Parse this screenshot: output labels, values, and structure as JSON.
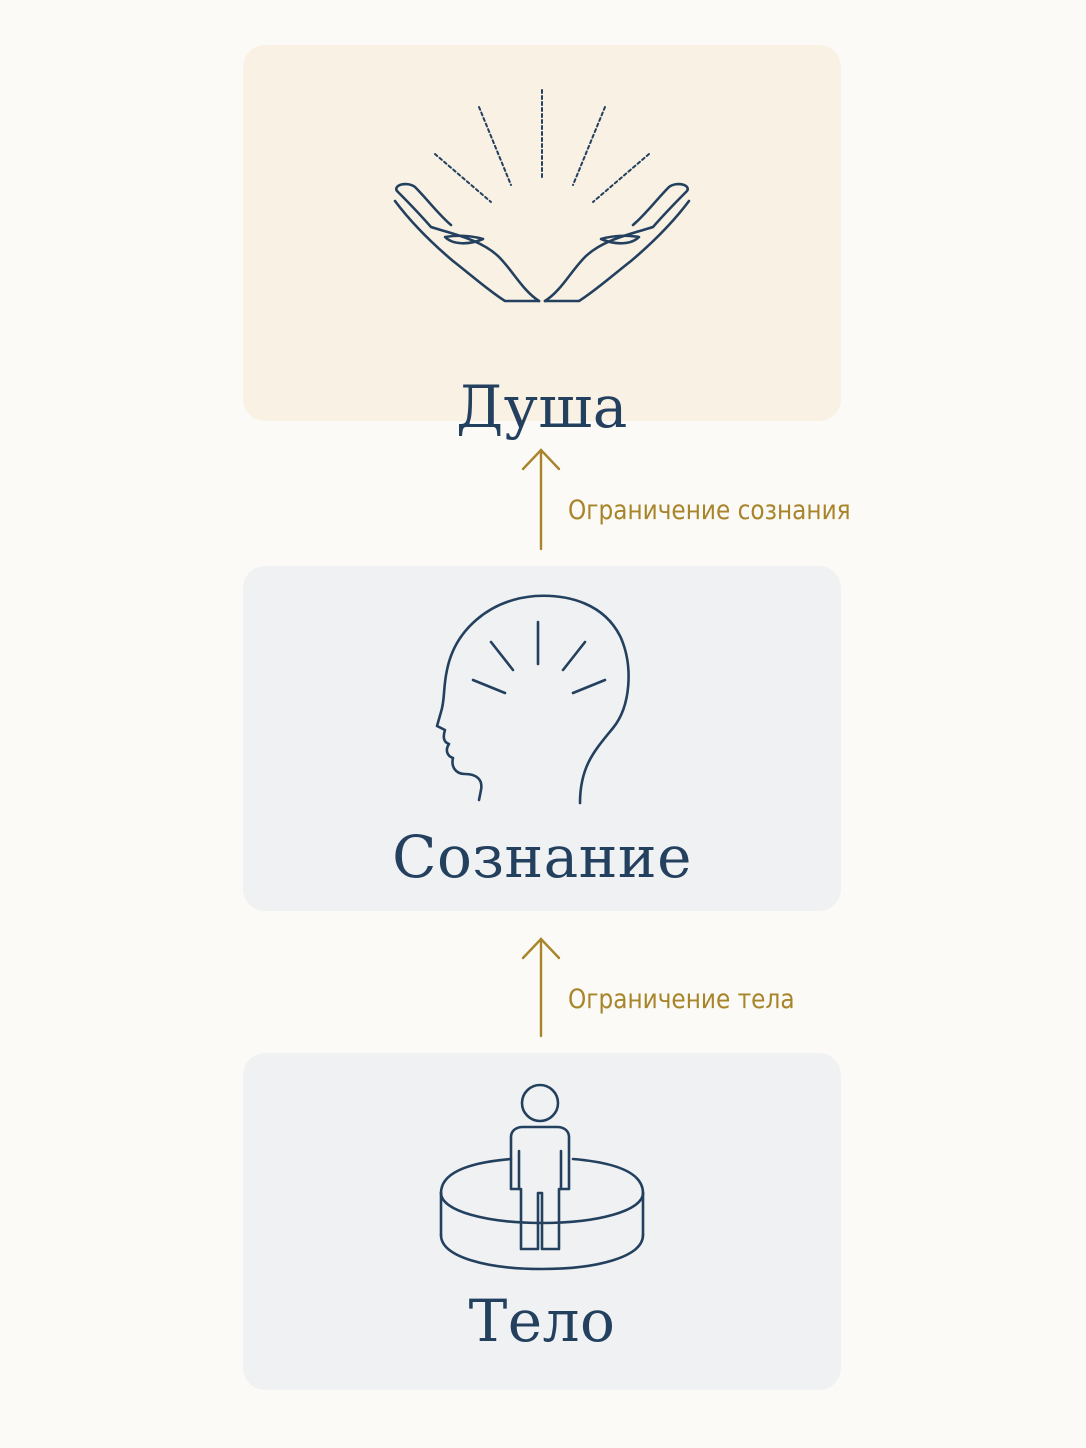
{
  "diagram": {
    "levels": [
      {
        "title": "Душа",
        "icon": "open-hands-radiant-icon",
        "accent": "#f9f1e3"
      },
      {
        "title": "Сознание",
        "icon": "head-radiant-icon",
        "accent": "#eff1f3"
      },
      {
        "title": "Тело",
        "icon": "person-on-platform-icon",
        "accent": "#eff1f3"
      }
    ],
    "transitions": [
      {
        "label": "Ограничение сознания"
      },
      {
        "label": "Ограничение тела"
      }
    ],
    "colors": {
      "background": "#fcfaf6",
      "ink": "#23405f",
      "arrow": "#a8842a"
    }
  }
}
